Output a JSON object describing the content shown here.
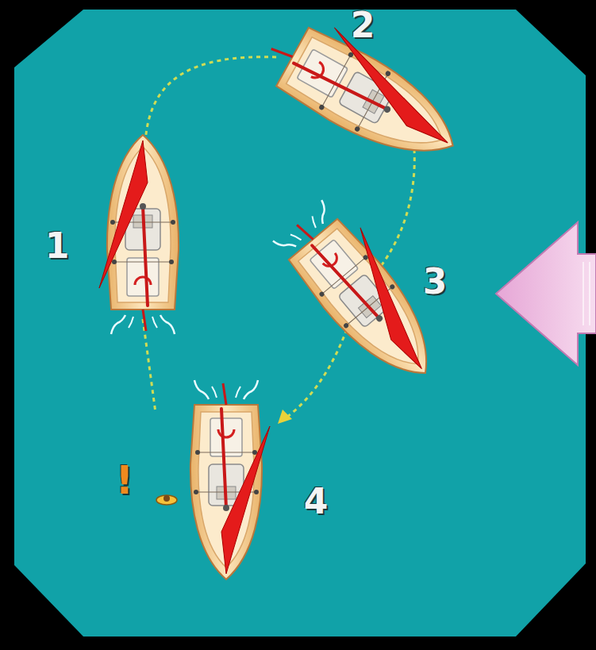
{
  "diagram": {
    "labels": [
      "1",
      "2",
      "3",
      "4",
      "!"
    ]
  }
}
